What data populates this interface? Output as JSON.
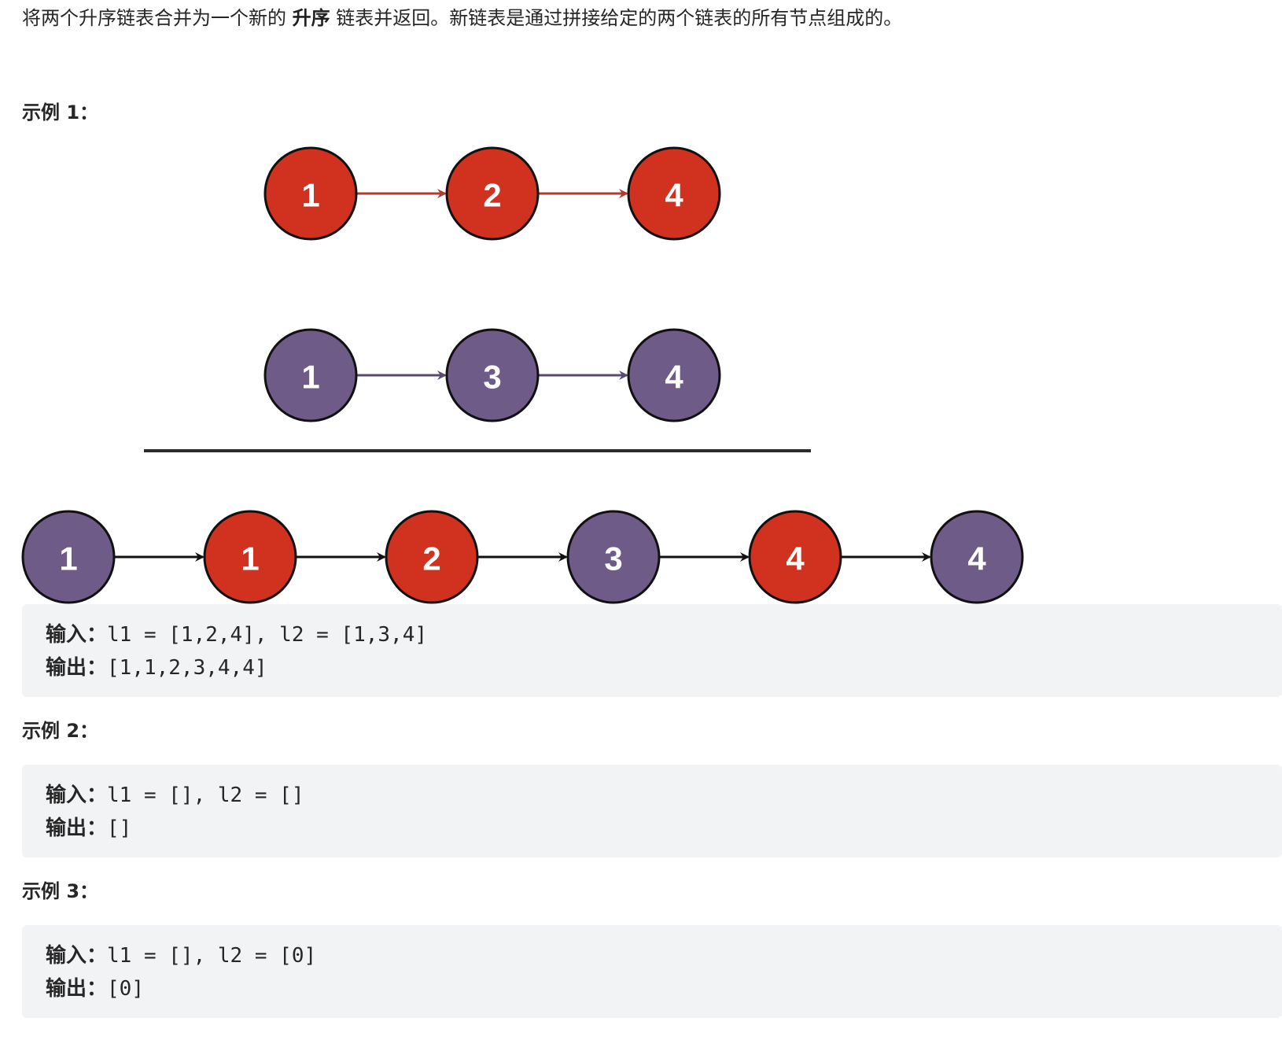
{
  "description": {
    "before": "将两个升序链表合并为一个新的 ",
    "bold": "升序",
    "after": " 链表并返回。新链表是通过拼接给定的两个链表的所有节点组成的。"
  },
  "examples": [
    {
      "label": "示例 1：",
      "input_key": "输入：",
      "input_value": "l1 = [1,2,4], l2 = [1,3,4]",
      "output_key": "输出：",
      "output_value": "[1,1,2,3,4,4]"
    },
    {
      "label": "示例 2：",
      "input_key": "输入：",
      "input_value": "l1 = [], l2 = []",
      "output_key": "输出：",
      "output_value": "[]"
    },
    {
      "label": "示例 3：",
      "input_key": "输入：",
      "input_value": "l1 = [], l2 = [0]",
      "output_key": "输出：",
      "output_value": "[0]"
    }
  ],
  "diagram": {
    "colors": {
      "list1": "#d1321f",
      "list1_arrow": "#b23b30",
      "list2": "#6f5b87",
      "list2_arrow": "#5a4a73",
      "outline": "#111111",
      "divider": "#2b2b2b"
    },
    "list1": [
      "1",
      "2",
      "4"
    ],
    "list2": [
      "1",
      "3",
      "4"
    ],
    "merged": [
      {
        "value": "1",
        "source": "list2"
      },
      {
        "value": "1",
        "source": "list1"
      },
      {
        "value": "2",
        "source": "list1"
      },
      {
        "value": "3",
        "source": "list2"
      },
      {
        "value": "4",
        "source": "list1"
      },
      {
        "value": "4",
        "source": "list2"
      }
    ]
  }
}
